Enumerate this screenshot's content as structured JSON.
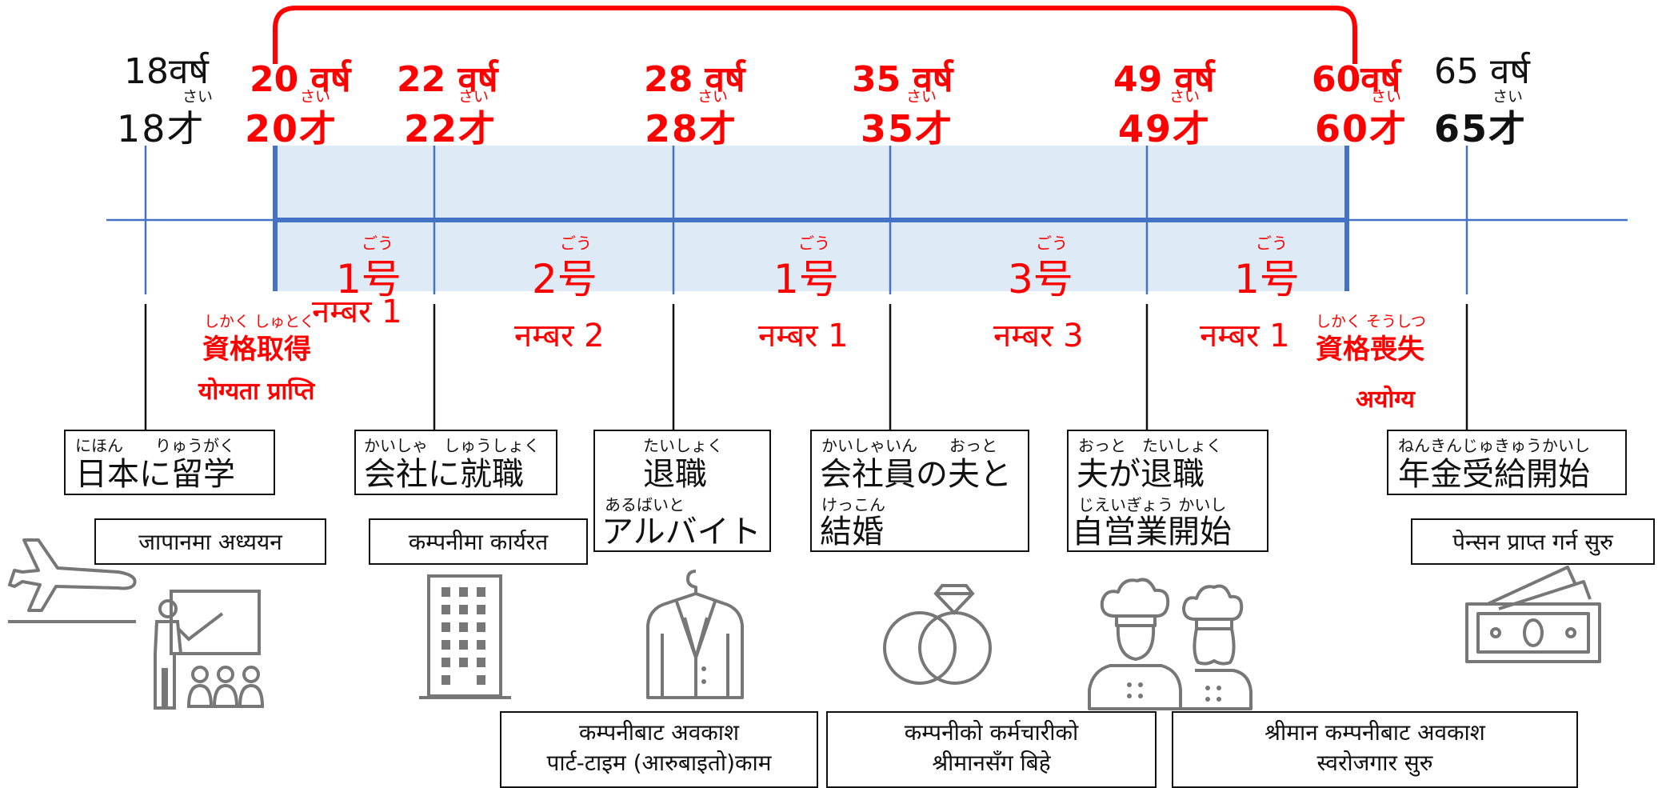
{
  "ages": [
    {
      "np": "18वर्ष",
      "ruby": "さい",
      "jp": "18才",
      "color": "#111111"
    },
    {
      "np": "20 वर्ष",
      "ruby": "さい",
      "jp": "20才",
      "color": "#ff0000"
    },
    {
      "np": "22 वर्ष",
      "ruby": "さい",
      "jp": "22才",
      "color": "#ff0000"
    },
    {
      "np": "28 वर्ष",
      "ruby": "さい",
      "jp": "28才",
      "color": "#ff0000"
    },
    {
      "np": "35 वर्ष",
      "ruby": "さい",
      "jp": "35才",
      "color": "#ff0000"
    },
    {
      "np": "49 वर्ष",
      "ruby": "さい",
      "jp": "49才",
      "color": "#ff0000"
    },
    {
      "np": "60वर्ष",
      "ruby": "さい",
      "jp": "60才",
      "color": "#ff0000"
    },
    {
      "np": "65 वर्ष",
      "ruby": "さい",
      "jp": "65才",
      "color": "#111111"
    }
  ],
  "segments": [
    {
      "ruby": "ごう",
      "gou": "1号",
      "np": "नम्बर 1"
    },
    {
      "ruby": "ごう",
      "gou": "2号",
      "np": "नम्बर 2"
    },
    {
      "ruby": "ごう",
      "gou": "1号",
      "np": "नम्बर 1"
    },
    {
      "ruby": "ごう",
      "gou": "3号",
      "np": "नम्बर 3"
    },
    {
      "ruby": "ごう",
      "gou": "1号",
      "np": "नम्बर 1"
    }
  ],
  "status": {
    "acquire": {
      "ruby": "しかく しゅとく",
      "jp": "資格取得",
      "np": "योग्यता प्राप्ति"
    },
    "lose": {
      "ruby": "しかく そうしつ",
      "jp": "資格喪失",
      "np": "अयोग्य"
    }
  },
  "events": [
    {
      "ruby": "にほん　　りゅうがく",
      "text": "日本に留学",
      "np": "जापानमा अध्ययन"
    },
    {
      "ruby": "かいしゃ　しゅうしょく",
      "text": "会社に就職",
      "np": "कम्पनीमा कार्यरत"
    },
    {
      "ruby": "たいしょく",
      "text": "退職",
      "ruby2": "あるばいと",
      "text2": "アルバイト",
      "np1": "कम्पनीबाट अवकाश",
      "np2": "पार्ट-टाइम (आरुबाइतो)काम"
    },
    {
      "ruby": "かいしゃいん　　おっと",
      "text": "会社員の夫と",
      "ruby2": "けっこん",
      "text2": "結婚",
      "np1": "कम्पनीको कर्मचारीको",
      "np2": "श्रीमानसँग बिहे"
    },
    {
      "ruby": "おっと　たいしょく",
      "text": "夫が退職",
      "ruby2": "じえいぎょう かいし",
      "text2": "自営業開始",
      "np1": "श्रीमान कम्पनीबाट अवकाश",
      "np2": "स्वरोजगार सुरु"
    },
    {
      "ruby": "ねんきんじゅきゅうかいし",
      "text": "年金受給開始",
      "np": "पेन्सन प्राप्त गर्न सुरु"
    }
  ],
  "colors": {
    "accent": "#ff0000",
    "band": "#deebf7",
    "axis": "#4472c4",
    "text": "#111111"
  },
  "icons": [
    "airplane-icon",
    "teacher-icon",
    "building-icon",
    "suit-icon",
    "rings-icon",
    "chef-icon",
    "money-icon"
  ]
}
